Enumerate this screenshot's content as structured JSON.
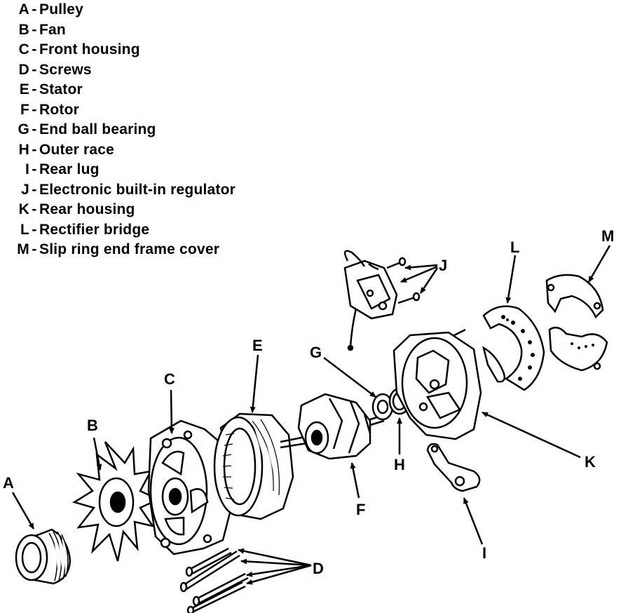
{
  "legend": [
    {
      "letter": "A",
      "sep": "-",
      "name": "Pulley"
    },
    {
      "letter": "B",
      "sep": "-",
      "name": "Fan"
    },
    {
      "letter": "C",
      "sep": "-",
      "name": "Front housing"
    },
    {
      "letter": "D",
      "sep": "-",
      "name": "Screws"
    },
    {
      "letter": "E",
      "sep": "-",
      "name": "Stator"
    },
    {
      "letter": "F",
      "sep": "-",
      "name": "Rotor"
    },
    {
      "letter": "G",
      "sep": "-",
      "name": "End ball bearing"
    },
    {
      "letter": "H",
      "sep": "-",
      "name": "Outer race"
    },
    {
      "letter": "I",
      "sep": "-",
      "name": "Rear lug"
    },
    {
      "letter": "J",
      "sep": "-",
      "name": "Electronic built-in regulator"
    },
    {
      "letter": "K",
      "sep": "-",
      "name": "Rear housing"
    },
    {
      "letter": "L",
      "sep": "-",
      "name": "Rectifier bridge"
    },
    {
      "letter": "M",
      "sep": "-",
      "name": "Slip ring end frame cover"
    }
  ],
  "callouts": {
    "A": "A",
    "B": "B",
    "C": "C",
    "D": "D",
    "E": "E",
    "F": "F",
    "G": "G",
    "H": "H",
    "I": "I",
    "J": "J",
    "K": "K",
    "L": "L",
    "M": "M"
  }
}
